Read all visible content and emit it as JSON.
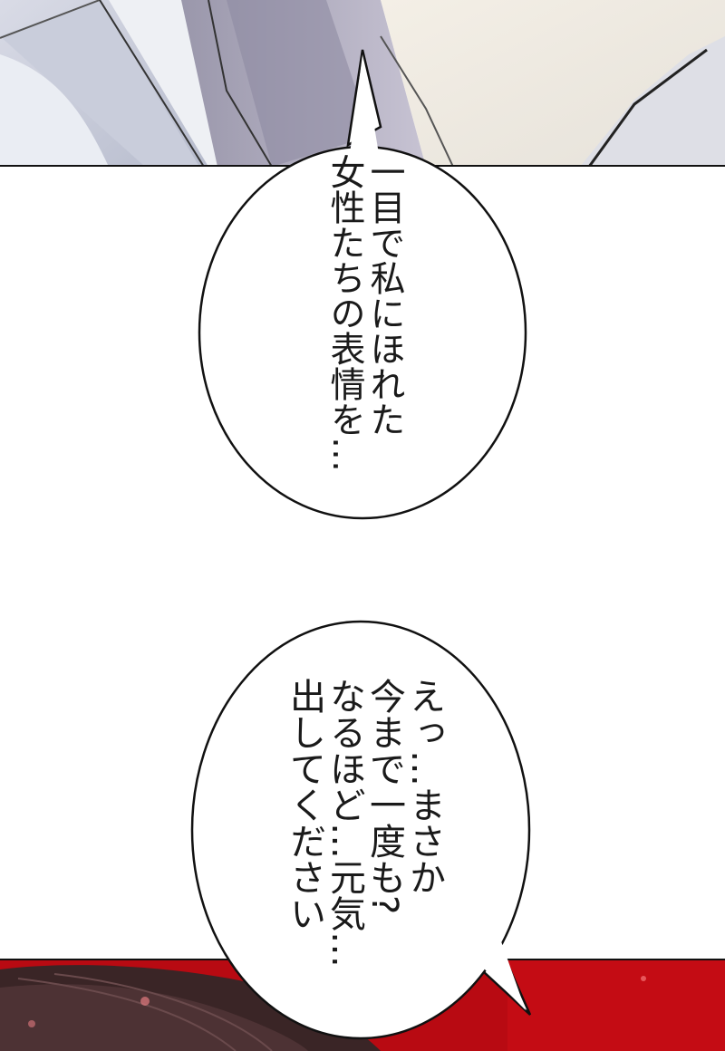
{
  "bubble1": {
    "lines": [
      "一目で私にほれた",
      "女性たちの表情を…"
    ]
  },
  "bubble2": {
    "lines": [
      "えっ…まさか",
      "今まで一度も?",
      "なるほど…元気…",
      "出してください"
    ]
  }
}
